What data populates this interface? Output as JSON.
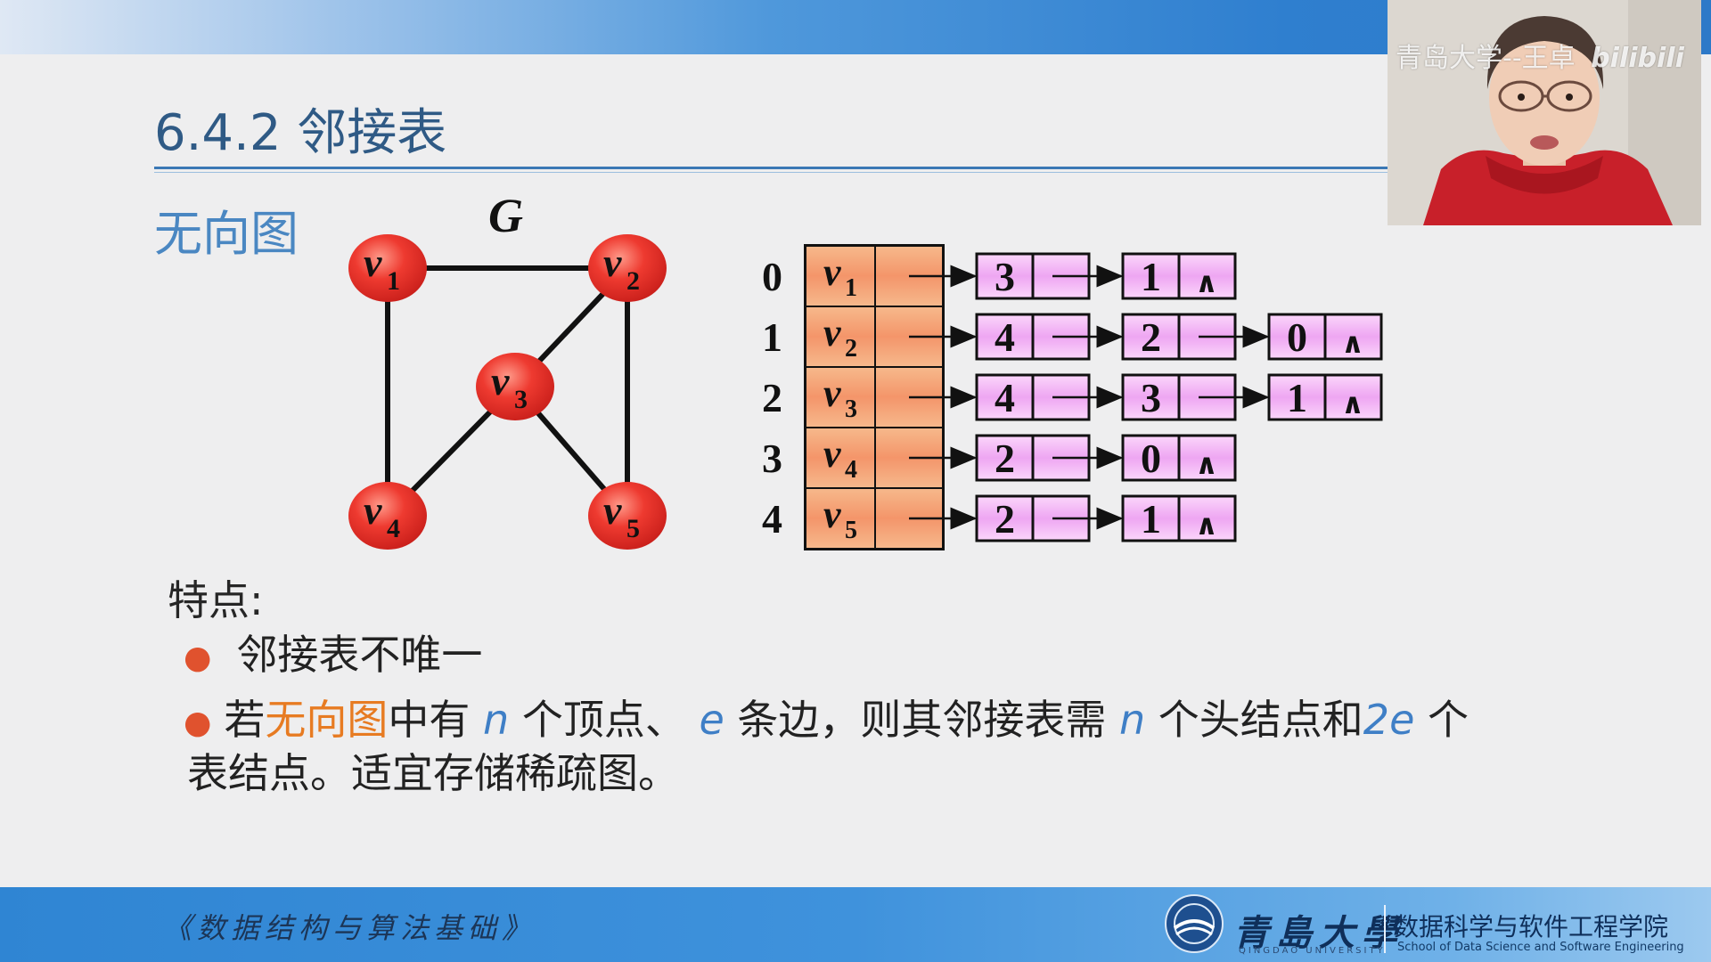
{
  "slide": {
    "title": "6.4.2 邻接表",
    "section_label": "无向图",
    "graph": {
      "name": "G",
      "vertices": [
        {
          "base": "v",
          "sub": "1"
        },
        {
          "base": "v",
          "sub": "2"
        },
        {
          "base": "v",
          "sub": "3"
        },
        {
          "base": "v",
          "sub": "4"
        },
        {
          "base": "v",
          "sub": "5"
        }
      ],
      "edges": [
        [
          "v1",
          "v2"
        ],
        [
          "v1",
          "v4"
        ],
        [
          "v2",
          "v3"
        ],
        [
          "v2",
          "v5"
        ],
        [
          "v3",
          "v4"
        ],
        [
          "v3",
          "v5"
        ]
      ]
    },
    "adjacency_list": {
      "rows": [
        {
          "index": "0",
          "vertex_base": "v",
          "vertex_sub": "1",
          "nodes": [
            "3",
            "1"
          ]
        },
        {
          "index": "1",
          "vertex_base": "v",
          "vertex_sub": "2",
          "nodes": [
            "4",
            "2",
            "0"
          ]
        },
        {
          "index": "2",
          "vertex_base": "v",
          "vertex_sub": "3",
          "nodes": [
            "4",
            "3",
            "1"
          ]
        },
        {
          "index": "3",
          "vertex_base": "v",
          "vertex_sub": "4",
          "nodes": [
            "2",
            "0"
          ]
        },
        {
          "index": "4",
          "vertex_base": "v",
          "vertex_sub": "5",
          "nodes": [
            "2",
            "1"
          ]
        }
      ],
      "null_symbol": "∧",
      "head_color": "#f4a46e",
      "node_color": "#f0b6f4"
    },
    "features": {
      "heading": "特点:",
      "bullet1": "邻接表不唯一",
      "bullet2": {
        "p1": "若",
        "hl": "无向图",
        "p2": "中有 ",
        "n1": "n",
        "p3": " 个顶点、 ",
        "e1": "e",
        "p4": " 条边，则其邻接表需 ",
        "n2": "n",
        "p5": " 个头结点和",
        "e2": "2e",
        "p6": " 个",
        "line2": "表结点。适宜存储稀疏图。"
      }
    }
  },
  "footer": {
    "book_title": "《数据结构与算法基础》",
    "university_name": "青島大學",
    "university_name_en": "QINGDAO UNIVERSITY",
    "school_name": "数据科学与软件工程学院",
    "school_name_en": "School of Data Science and Software Engineering"
  },
  "webcam": {
    "watermark": "青岛大学--王卓",
    "platform_logo": "bilibili"
  },
  "colors": {
    "accent_blue": "#3b78b5",
    "vertex_red": "#e8413a",
    "highlight_orange": "#e77b22",
    "variable_blue": "#3f7fc6"
  }
}
